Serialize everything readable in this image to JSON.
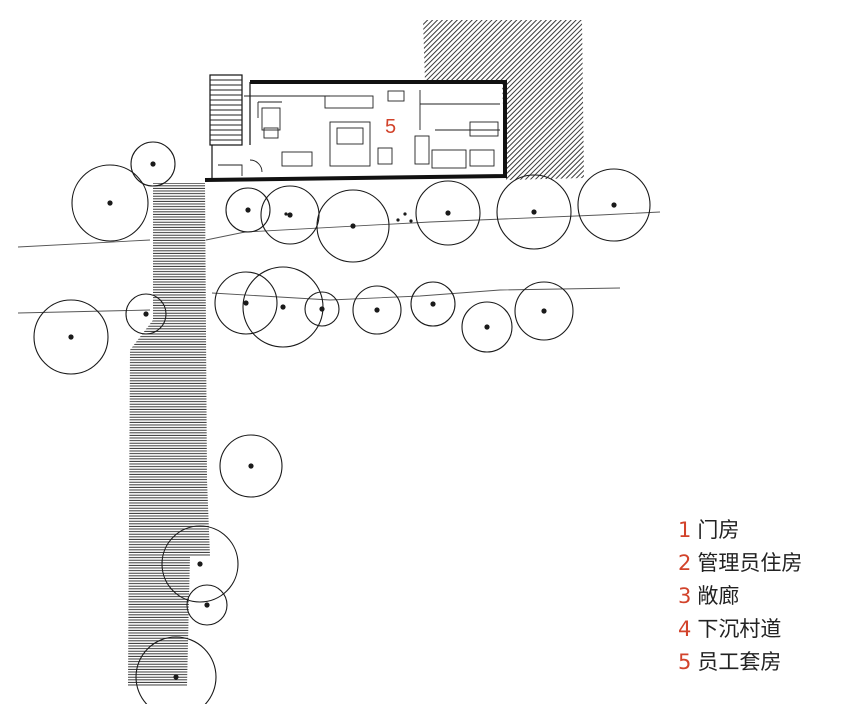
{
  "plan": {
    "room_label": "5"
  },
  "legend": {
    "items": [
      {
        "num": "1",
        "label": "门房"
      },
      {
        "num": "2",
        "label": "管理员住房"
      },
      {
        "num": "3",
        "label": "敞廊"
      },
      {
        "num": "4",
        "label": "下沉村道"
      },
      {
        "num": "5",
        "label": "员工套房"
      }
    ]
  },
  "colors": {
    "accent": "#d2432b",
    "ink": "#111111"
  }
}
